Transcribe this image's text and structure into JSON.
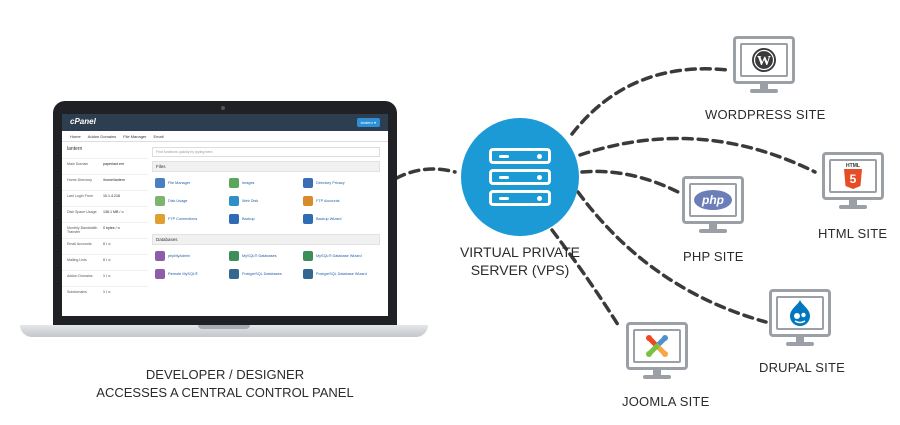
{
  "vps": {
    "line1": "VIRTUAL PRIVATE",
    "line2": "SERVER (VPS)",
    "color": "#1b9ad6"
  },
  "developer": {
    "line1": "DEVELOPER / DESIGNER",
    "line2": "ACCESSES A CENTRAL CONTROL PANEL"
  },
  "sites": {
    "wordpress": {
      "label": "WORDPRESS SITE",
      "icon": "wordpress-icon"
    },
    "html": {
      "label": "HTML SITE",
      "icon": "html5-icon",
      "badge": "HTML",
      "glyph": "5"
    },
    "php": {
      "label": "PHP SITE",
      "icon": "php-icon",
      "logo_text": "php"
    },
    "drupal": {
      "label": "DRUPAL SITE",
      "icon": "drupal-icon"
    },
    "joomla": {
      "label": "JOOMLA SITE",
      "icon": "joomla-icon"
    }
  },
  "cpanel": {
    "logo": "cPanel",
    "user_button": "lantern ▾",
    "nav": [
      "Home",
      "Addon Domains",
      "File Manager",
      "Email"
    ],
    "username": "lantern",
    "stats": [
      {
        "k": "Main Domain",
        "v": "paperlant.ern"
      },
      {
        "k": "Home Directory",
        "v": "/home/lantern"
      },
      {
        "k": "Last Login From",
        "v": "10.1.4.216"
      },
      {
        "k": "Disk Space Usage",
        "v": "136.1 MB / ∞"
      },
      {
        "k": "Monthly Bandwidth Transfer",
        "v": "0 bytes / ∞"
      },
      {
        "k": "Email Accounts",
        "v": "0 / ∞"
      },
      {
        "k": "Mailing Lists",
        "v": "0 / ∞"
      },
      {
        "k": "Addon Domains",
        "v": "1 / ∞"
      },
      {
        "k": "Subdomains",
        "v": "1 / ∞"
      }
    ],
    "search_placeholder": "Find functions quickly by typing here.",
    "files_heading": "Files",
    "files": [
      "File Manager",
      "Images",
      "Directory Privacy",
      "Disk Usage",
      "Web Disk",
      "FTP Accounts",
      "FTP Connections",
      "Backup",
      "Backup Wizard"
    ],
    "databases_heading": "Databases",
    "databases": [
      "phpMyAdmin",
      "MySQL® Databases",
      "MySQL® Database Wizard",
      "Remote MySQL®",
      "PostgreSQL Databases",
      "PostgreSQL Database Wizard"
    ]
  }
}
